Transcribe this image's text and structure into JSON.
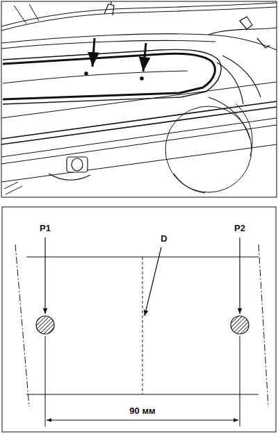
{
  "diagram": {
    "labels": [
      "P1",
      "D",
      "P2",
      "90 мм"
    ]
  }
}
